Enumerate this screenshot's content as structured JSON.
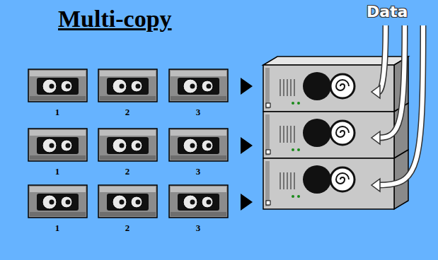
{
  "diagram": {
    "title": "Multi-copy",
    "labels": [
      "Data",
      "1",
      "2",
      "3",
      "1",
      "2",
      "3",
      "1",
      "2",
      "3"
    ]
  }
}
